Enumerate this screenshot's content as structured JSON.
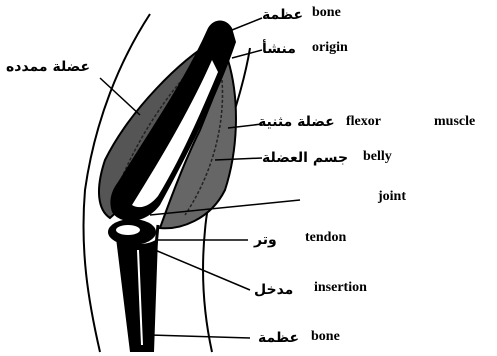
{
  "labels": {
    "bone_top_en": "bone",
    "bone_top_ar": "عظمة",
    "origin_en": "origin",
    "origin_ar": "منشأ",
    "extensor_ar": "عضلة ممدده",
    "flexor_en": "flexor",
    "muscle_en": "muscle",
    "flexor_ar": "عضلة مثنية",
    "belly_en": "belly",
    "belly_ar": "جسم العضلة",
    "joint_en": "joint",
    "tendon_en": "tendon",
    "tendon_ar": "وتر",
    "insertion_en": "insertion",
    "insertion_ar": "مدخل",
    "bone_bottom_en": "bone",
    "bone_bottom_ar": "عظمة"
  }
}
